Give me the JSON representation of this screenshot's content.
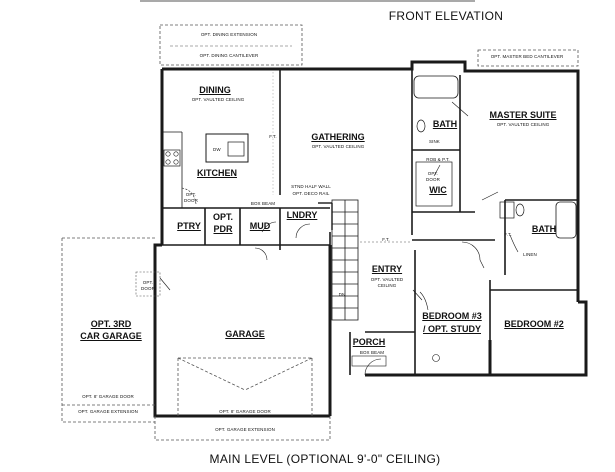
{
  "titles": {
    "front_elevation": "FRONT ELEVATION",
    "main_level": "MAIN LEVEL (OPTIONAL 9'-0\" CEILING)"
  },
  "rooms": {
    "dining": "DINING",
    "dining_sub": "OPT. VAULTED CEILING",
    "gathering": "GATHERING",
    "gathering_sub": "OPT. VAULTED CEILING",
    "kitchen": "KITCHEN",
    "master_suite": "MASTER SUITE",
    "master_suite_sub": "OPT. VAULTED CEILING",
    "bath_master": "BATH",
    "bath_2": "BATH",
    "wic": "WIC",
    "ptry": "PTRY",
    "opt_pdr_1": "OPT.",
    "opt_pdr_2": "PDR",
    "mud": "MUD",
    "lndry": "LNDRY",
    "entry": "ENTRY",
    "entry_sub_1": "OPT. VAULTED",
    "entry_sub_2": "CEILING",
    "bedroom3_1": "BEDROOM #3",
    "bedroom3_2": "/ OPT. STUDY",
    "bedroom2": "BEDROOM #2",
    "garage": "GARAGE",
    "opt_3rd_1": "OPT. 3RD",
    "opt_3rd_2": "CAR GARAGE",
    "porch": "PORCH"
  },
  "notes": {
    "opt_dining_extension": "OPT. DINING EXTENSION",
    "opt_dining_cantilever": "OPT. DINING CANTILEVER",
    "opt_master_bed_cantilever": "OPT. MASTER BED CANTILEVER",
    "dw": "DW",
    "sink": "SINK",
    "opt_door_1": "OPT.",
    "opt_door_2": "DOOR",
    "stnd_half_wall": "STND HALF WALL",
    "opt_deco_rail": "OPT. DECO RAIL",
    "box_beam_1": "BOX BEAM",
    "box_beam_2": "BOX BEAM",
    "ft_1": "F.T.",
    "ft_2": "F.T.",
    "ft_3": "F.T.",
    "dn": "DN",
    "opt_8_garage_door_1": "OPT. 8' GARAGE DOOR",
    "opt_8_garage_door_2": "OPT. 8' GARAGE DOOR",
    "opt_garage_ext_1": "OPT. GARAGE EXTENSION",
    "opt_garage_ext_2": "OPT. GARAGE EXTENSION",
    "linen": "LINEN",
    "rob": "ROB & P.T.",
    "opt_door_wic_1": "OPT.",
    "opt_door_wic_2": "DOOR"
  },
  "colors": {
    "line": "#1a1a1a",
    "dashed": "#555555",
    "background": "#ffffff"
  }
}
